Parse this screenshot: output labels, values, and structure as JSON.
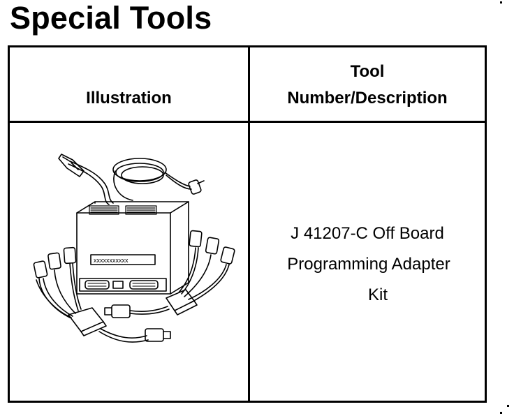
{
  "page": {
    "title": "Special Tools"
  },
  "table": {
    "header": {
      "illustration": "Illustration",
      "tool_line1": "Tool",
      "tool_line2": "Number/Description"
    },
    "rows": [
      {
        "description_lines": [
          "J 41207-C Off Board",
          "Programming Adapter",
          "Kit"
        ],
        "illustration_text": "xxxxxxxxxxx"
      }
    ]
  }
}
